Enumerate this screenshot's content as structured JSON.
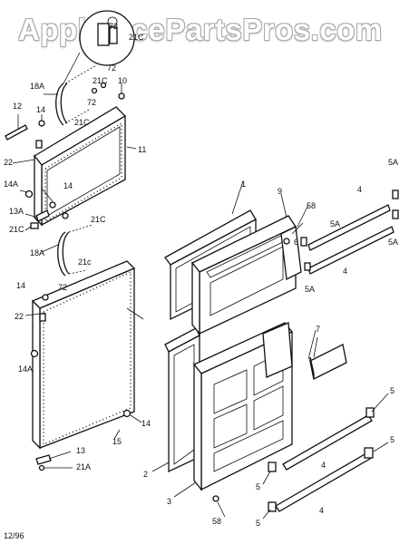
{
  "watermark": "AppliancePartsPros.com",
  "date_code": "12/96",
  "callouts": {
    "c12": "12",
    "c18a_top": "18A",
    "c14_top": "14",
    "c22_top": "22",
    "c14a_top": "14A",
    "c14_mid": "14",
    "c13a": "13A",
    "c21c_a": "21C",
    "c21c_b": "21C",
    "c21c_c": "21C",
    "c21c_d": "21C",
    "c21c_e": "21C",
    "c72_a": "72",
    "c72_b": "72",
    "c10": "10",
    "c11": "11",
    "c18a_low": "18A",
    "c21c_low": "21c",
    "c72_low": "72",
    "c14_low": "14",
    "c22_low": "22",
    "c14a_low": "14A",
    "c14_btm": "14",
    "c15": "15",
    "c13_btm": "13",
    "c21a": "21A",
    "c1": "1",
    "c9": "9",
    "c58_top": "58",
    "c6": "6",
    "c5a_mid": "5A",
    "c5a_lo": "5A",
    "c4_top": "4",
    "c5a_r_top": "5A",
    "c5a_r_low": "5A",
    "c4_mid": "4",
    "c7": "7",
    "c2": "2",
    "c3": "3",
    "c58_btm": "58",
    "c5_a": "5",
    "c5_b": "5",
    "c5_c": "5",
    "c5_d": "5",
    "c4_btm_a": "4",
    "c4_btm_b": "4"
  }
}
